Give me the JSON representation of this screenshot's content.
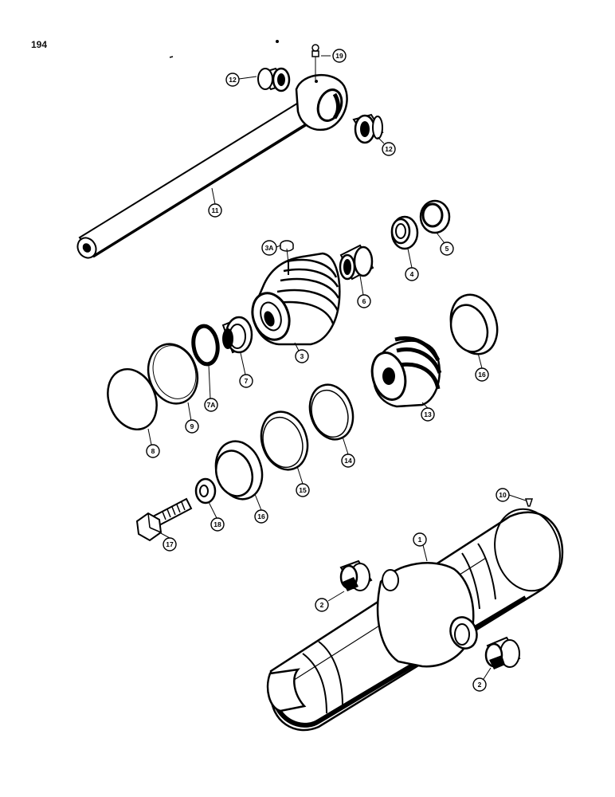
{
  "page_number": "194",
  "callouts": {
    "c19": "19",
    "c12a": "12",
    "c12b": "12",
    "c11": "11",
    "c3a": "3A",
    "c4": "4",
    "c5": "5",
    "c6": "6",
    "c3": "3",
    "c7": "7",
    "c7a": "7A",
    "c9": "9",
    "c8": "8",
    "c13": "13",
    "c16a": "16",
    "c14": "14",
    "c15": "15",
    "c16b": "16",
    "c18": "18",
    "c17": "17",
    "c10": "10",
    "c1": "1",
    "c2a": "2",
    "c2b": "2"
  }
}
